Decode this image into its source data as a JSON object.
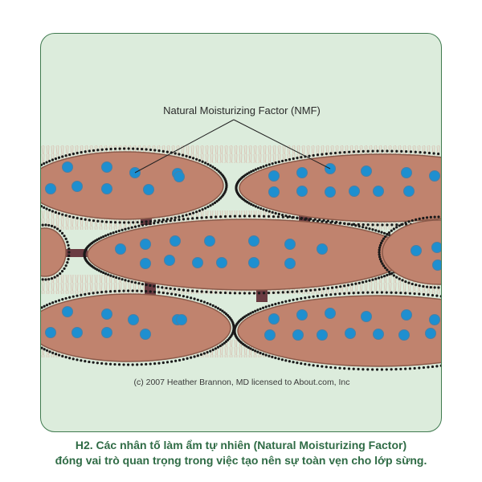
{
  "diagram": {
    "label": "Natural Moisturizing Factor (NMF)",
    "credit": "(c) 2007 Heather Brannon, MD licensed to About.com, Inc"
  },
  "caption": {
    "line1": "H2. Các nhân tố làm ẩm tự nhiên (Natural Moisturizing Factor)",
    "line2": "đóng vai trò quan trọng trong việc tạo nên sự toàn vẹn cho lớp sừng."
  },
  "colors": {
    "frame_border": "#3f7a4f",
    "panel_bg": "#dcecdc",
    "cell_fill": "#c0836e",
    "cell_stroke": "#8b5a4a",
    "nmf_dot": "#1e8fd0",
    "lipid_dots": "#1a1a1a",
    "desmosome": "#6a3c42",
    "caption_text": "#2f6b45"
  }
}
